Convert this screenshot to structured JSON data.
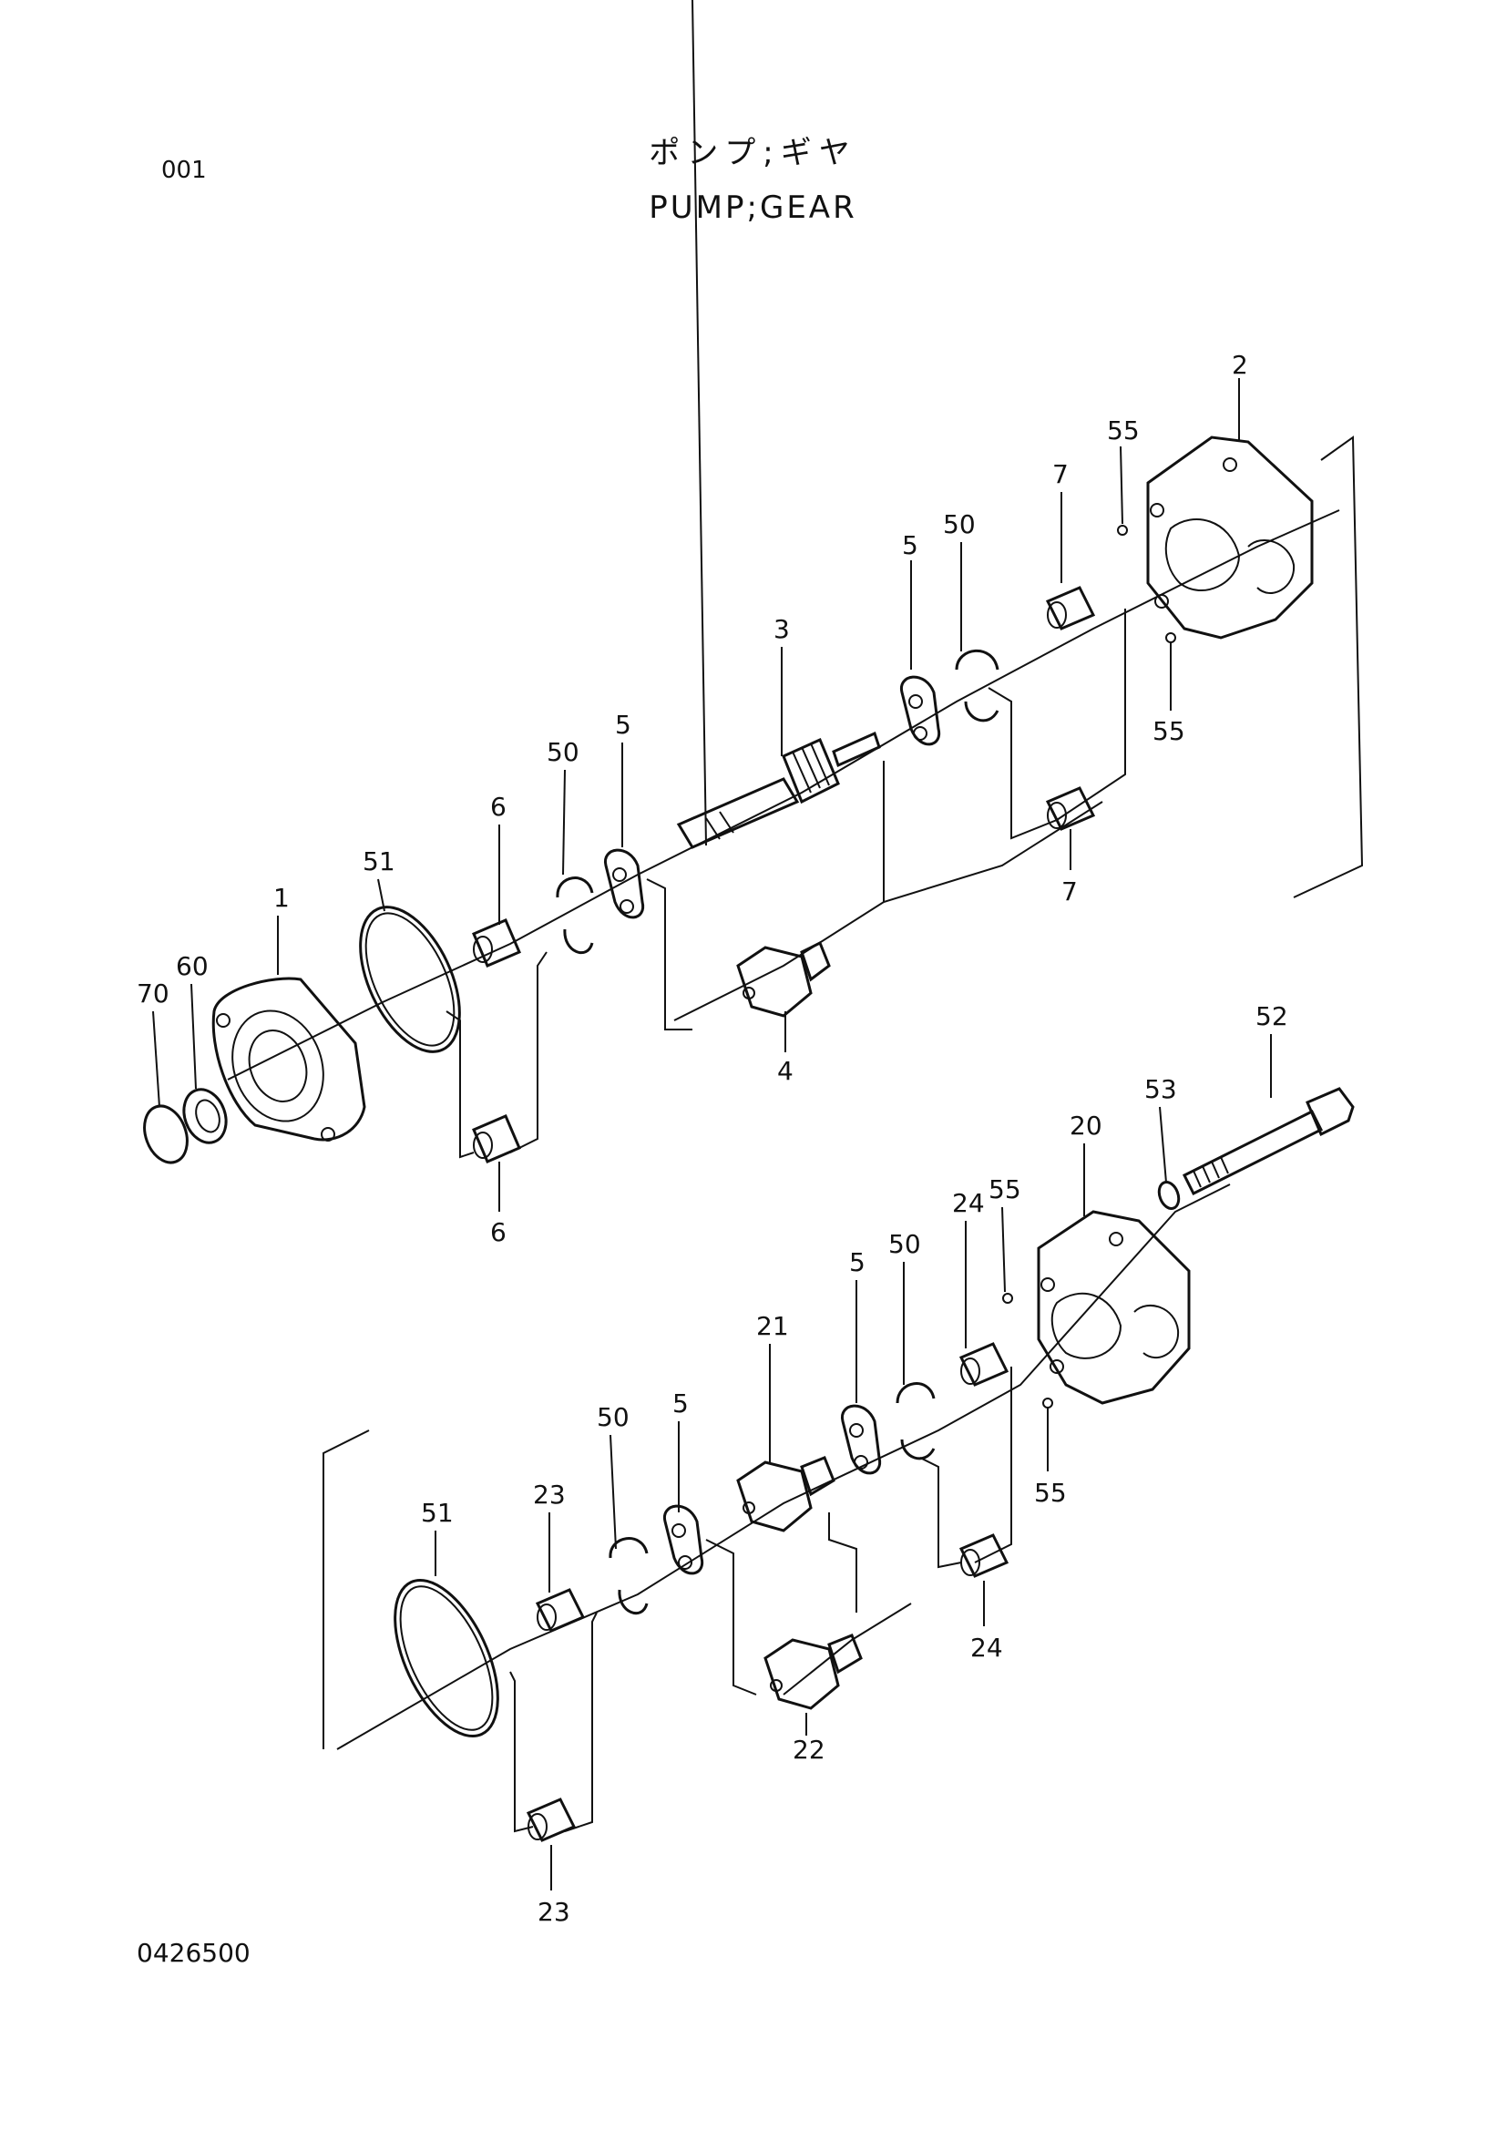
{
  "header": {
    "page_code": "001",
    "title_jp": "ポンプ;ギヤ",
    "title_en": "PUMP;GEAR"
  },
  "footer": {
    "document_number": "0426500"
  },
  "callouts": {
    "c2": "2",
    "c55a": "55",
    "c55b": "55",
    "c7a": "7",
    "c7b": "7",
    "c50a": "50",
    "c5a": "5",
    "c3": "3",
    "c50b": "50",
    "c5b": "5",
    "c6a": "6",
    "c6b": "6",
    "c51a": "51",
    "c1": "1",
    "c60": "60",
    "c70": "70",
    "c4": "4",
    "c52": "52",
    "c53": "53",
    "c20": "20",
    "c55c": "55",
    "c24a": "24",
    "c50c": "50",
    "c5c": "5",
    "c21": "21",
    "c55d": "55",
    "c24b": "24",
    "c50d": "50",
    "c5d": "5",
    "c23a": "23",
    "c51b": "51",
    "c22": "22",
    "c23b": "23"
  }
}
